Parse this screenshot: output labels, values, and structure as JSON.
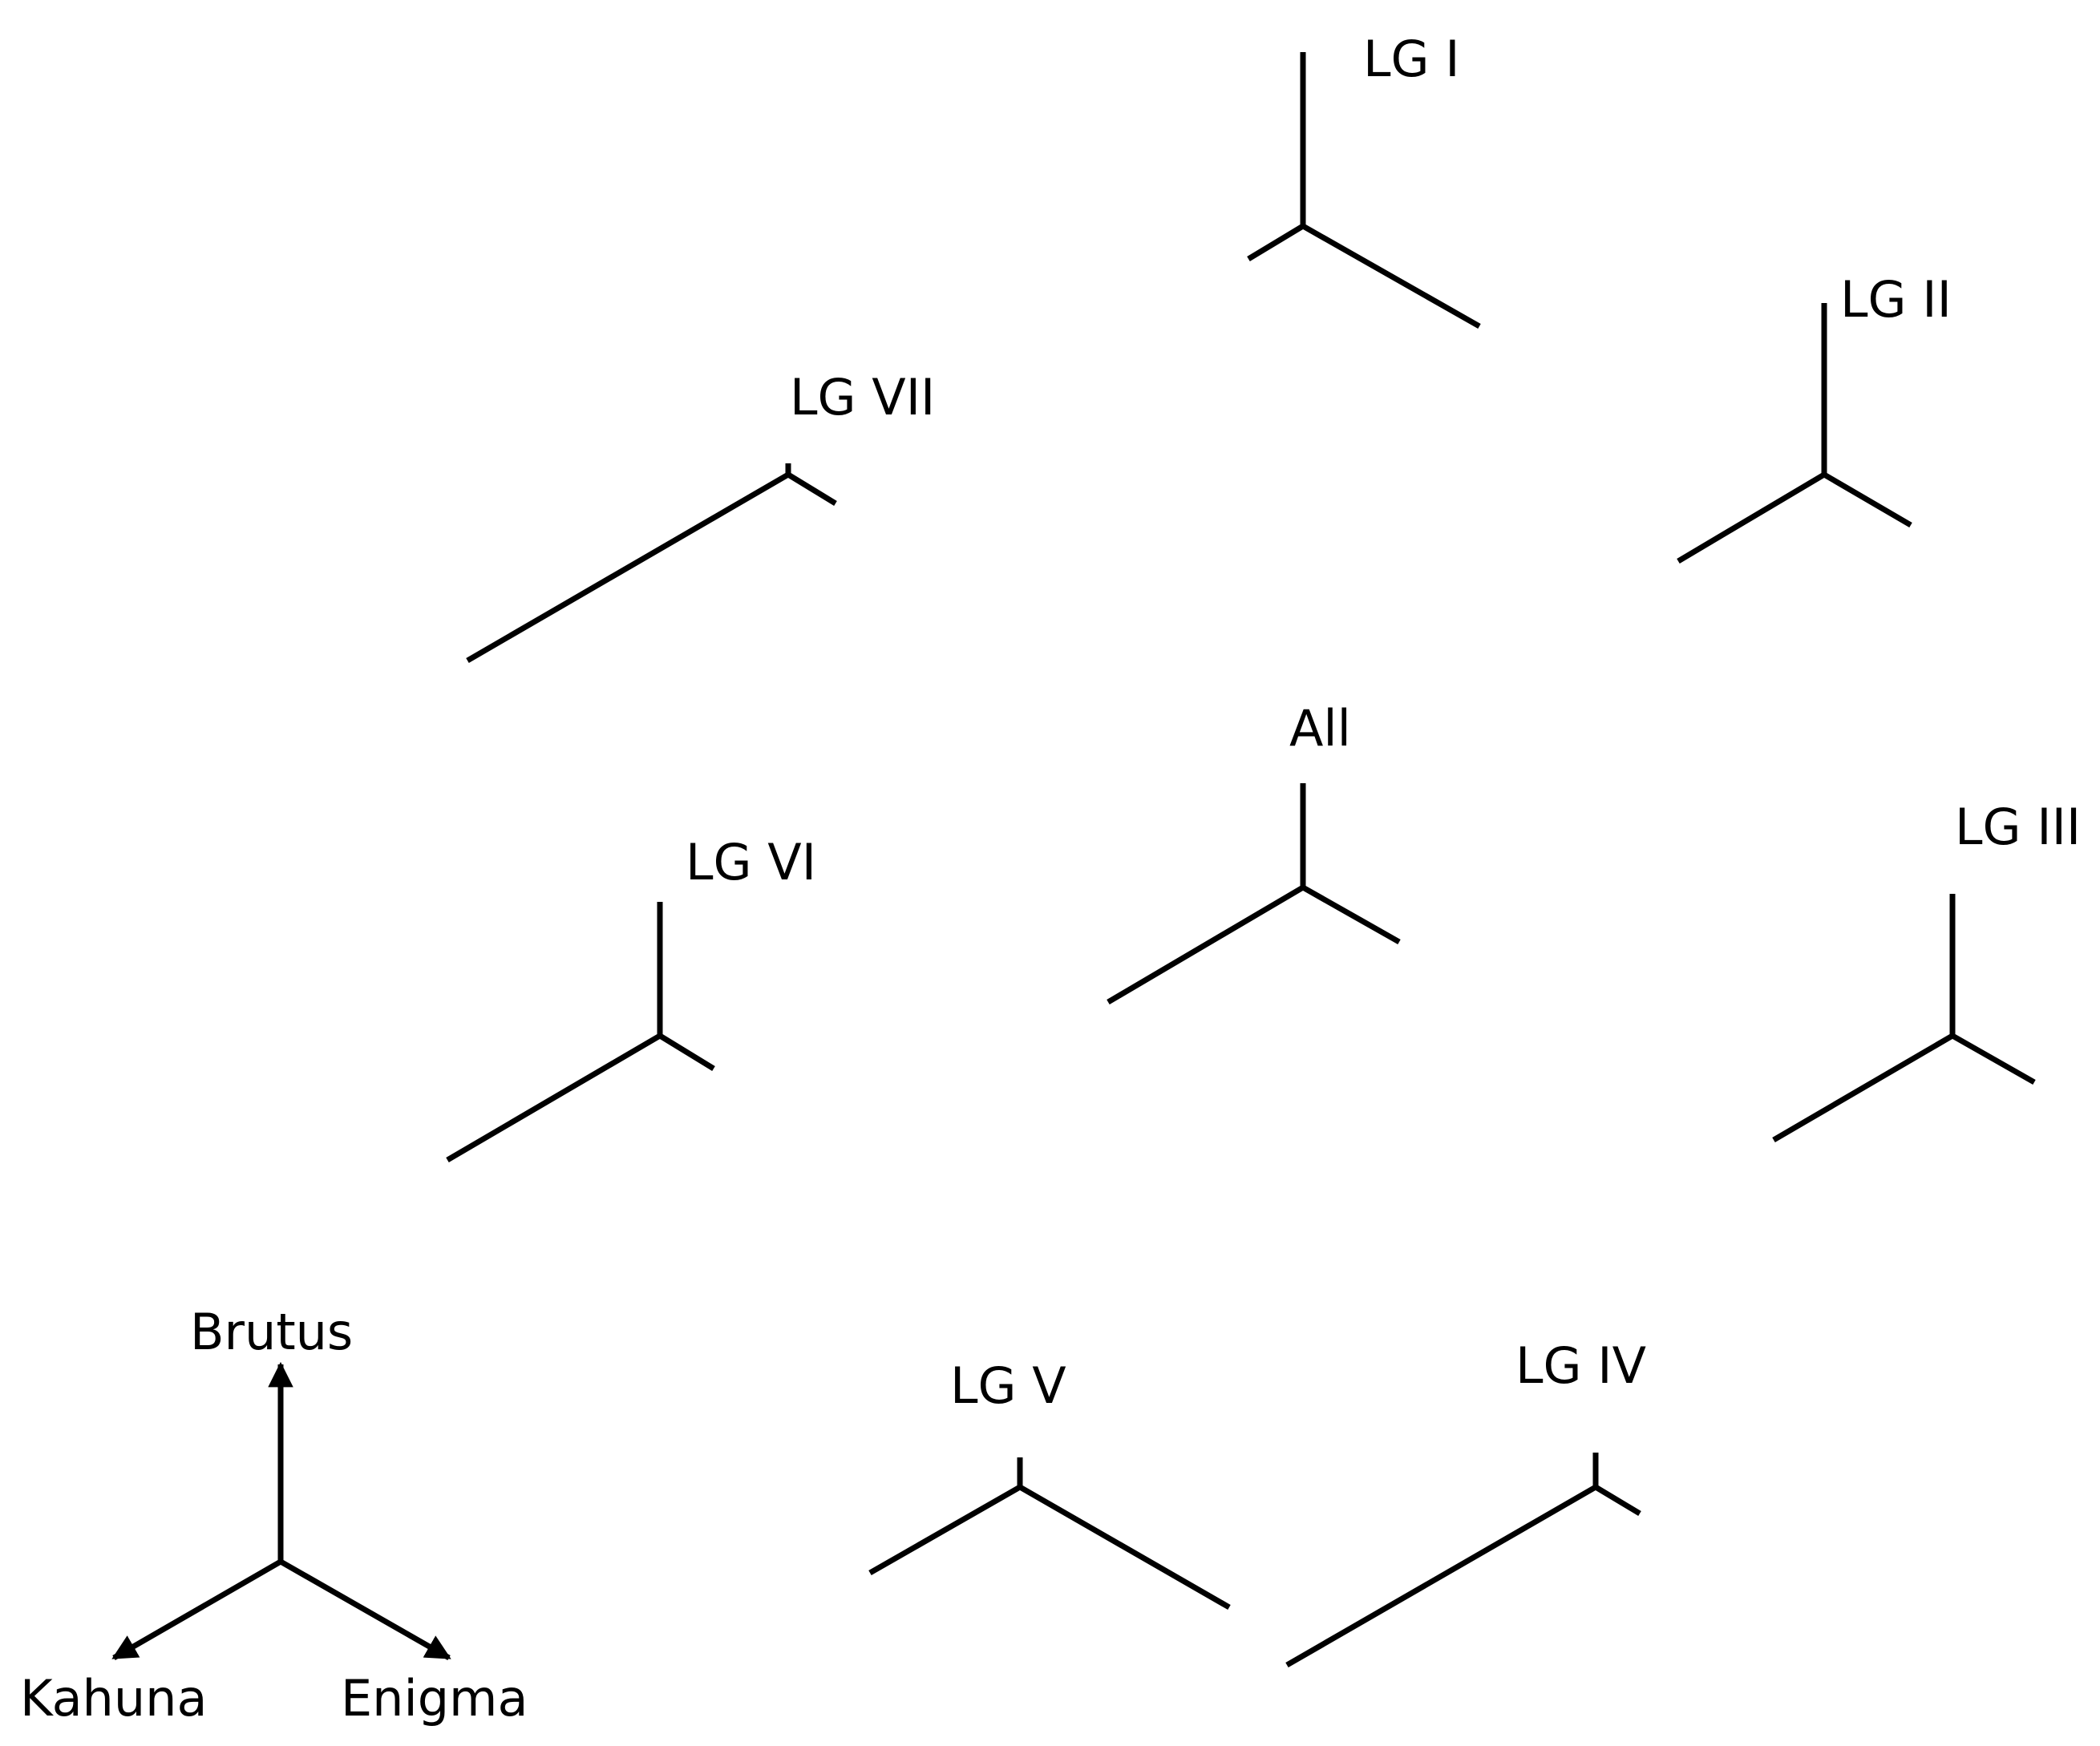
{
  "legend": {
    "top_label": "Brutus",
    "left_label": "Kahuna",
    "right_label": "Enigma"
  },
  "trees": [
    {
      "label": "LG I"
    },
    {
      "label": "LG II"
    },
    {
      "label": "LG VII"
    },
    {
      "label": "All"
    },
    {
      "label": "LG VI"
    },
    {
      "label": "LG III"
    },
    {
      "label": "LG V"
    },
    {
      "label": "LG IV"
    }
  ],
  "colors": {
    "stroke": "#000000",
    "background": "#ffffff"
  }
}
